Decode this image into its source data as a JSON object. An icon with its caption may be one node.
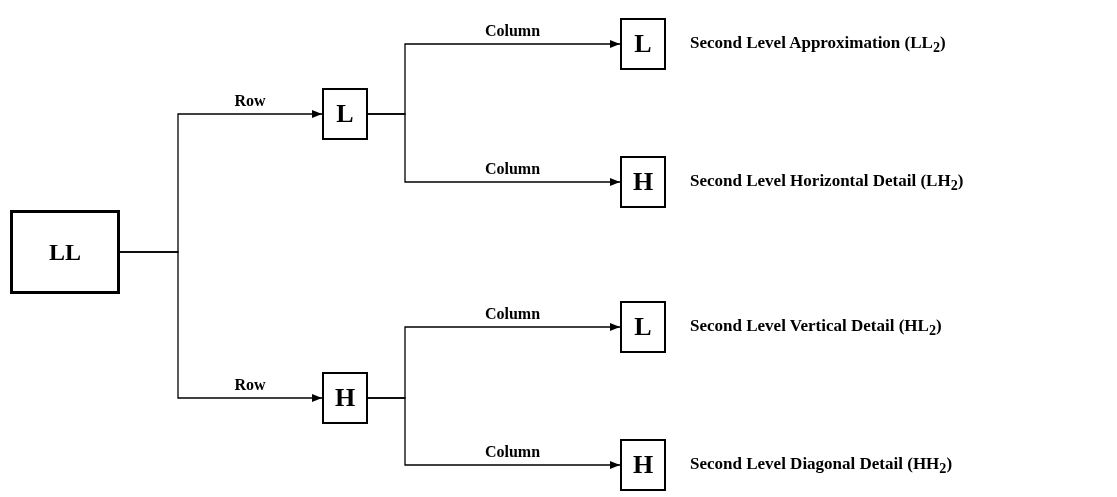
{
  "diagram": {
    "nodes": [
      {
        "text": [
          "LL"
        ]
      },
      {
        "text": [
          "L"
        ]
      },
      {
        "text": [
          "H"
        ]
      },
      {
        "text": [
          "L"
        ],
        "beside": [
          "Second Level Approximation (LL$_{2}$)"
        ]
      },
      {
        "text": [
          "H"
        ],
        "beside": [
          "Second Level Horizontal Detail (LH$_{2}$)"
        ]
      },
      {
        "text": [
          "L"
        ],
        "beside": [
          "Second Level Vertical Detail (HL$_{2}$)"
        ]
      },
      {
        "text": [
          "H"
        ],
        "beside": [
          "Second Level Diagonal Detail (HH$_{2}$)"
        ]
      }
    ],
    "edges": [
      {
        "from": 0,
        "to": 1,
        "arrow": "to",
        "label": "Row"
      },
      {
        "from": 0,
        "to": 2,
        "arrow": "to",
        "label": "Row"
      },
      {
        "from": 1,
        "to": 3,
        "arrow": "to",
        "label": "Column"
      },
      {
        "from": 1,
        "to": 4,
        "arrow": "to",
        "label": "Column"
      },
      {
        "from": 2,
        "to": 5,
        "arrow": "to",
        "label": "Column"
      },
      {
        "from": 2,
        "to": 6,
        "arrow": "to",
        "label": "Column"
      }
    ]
  }
}
